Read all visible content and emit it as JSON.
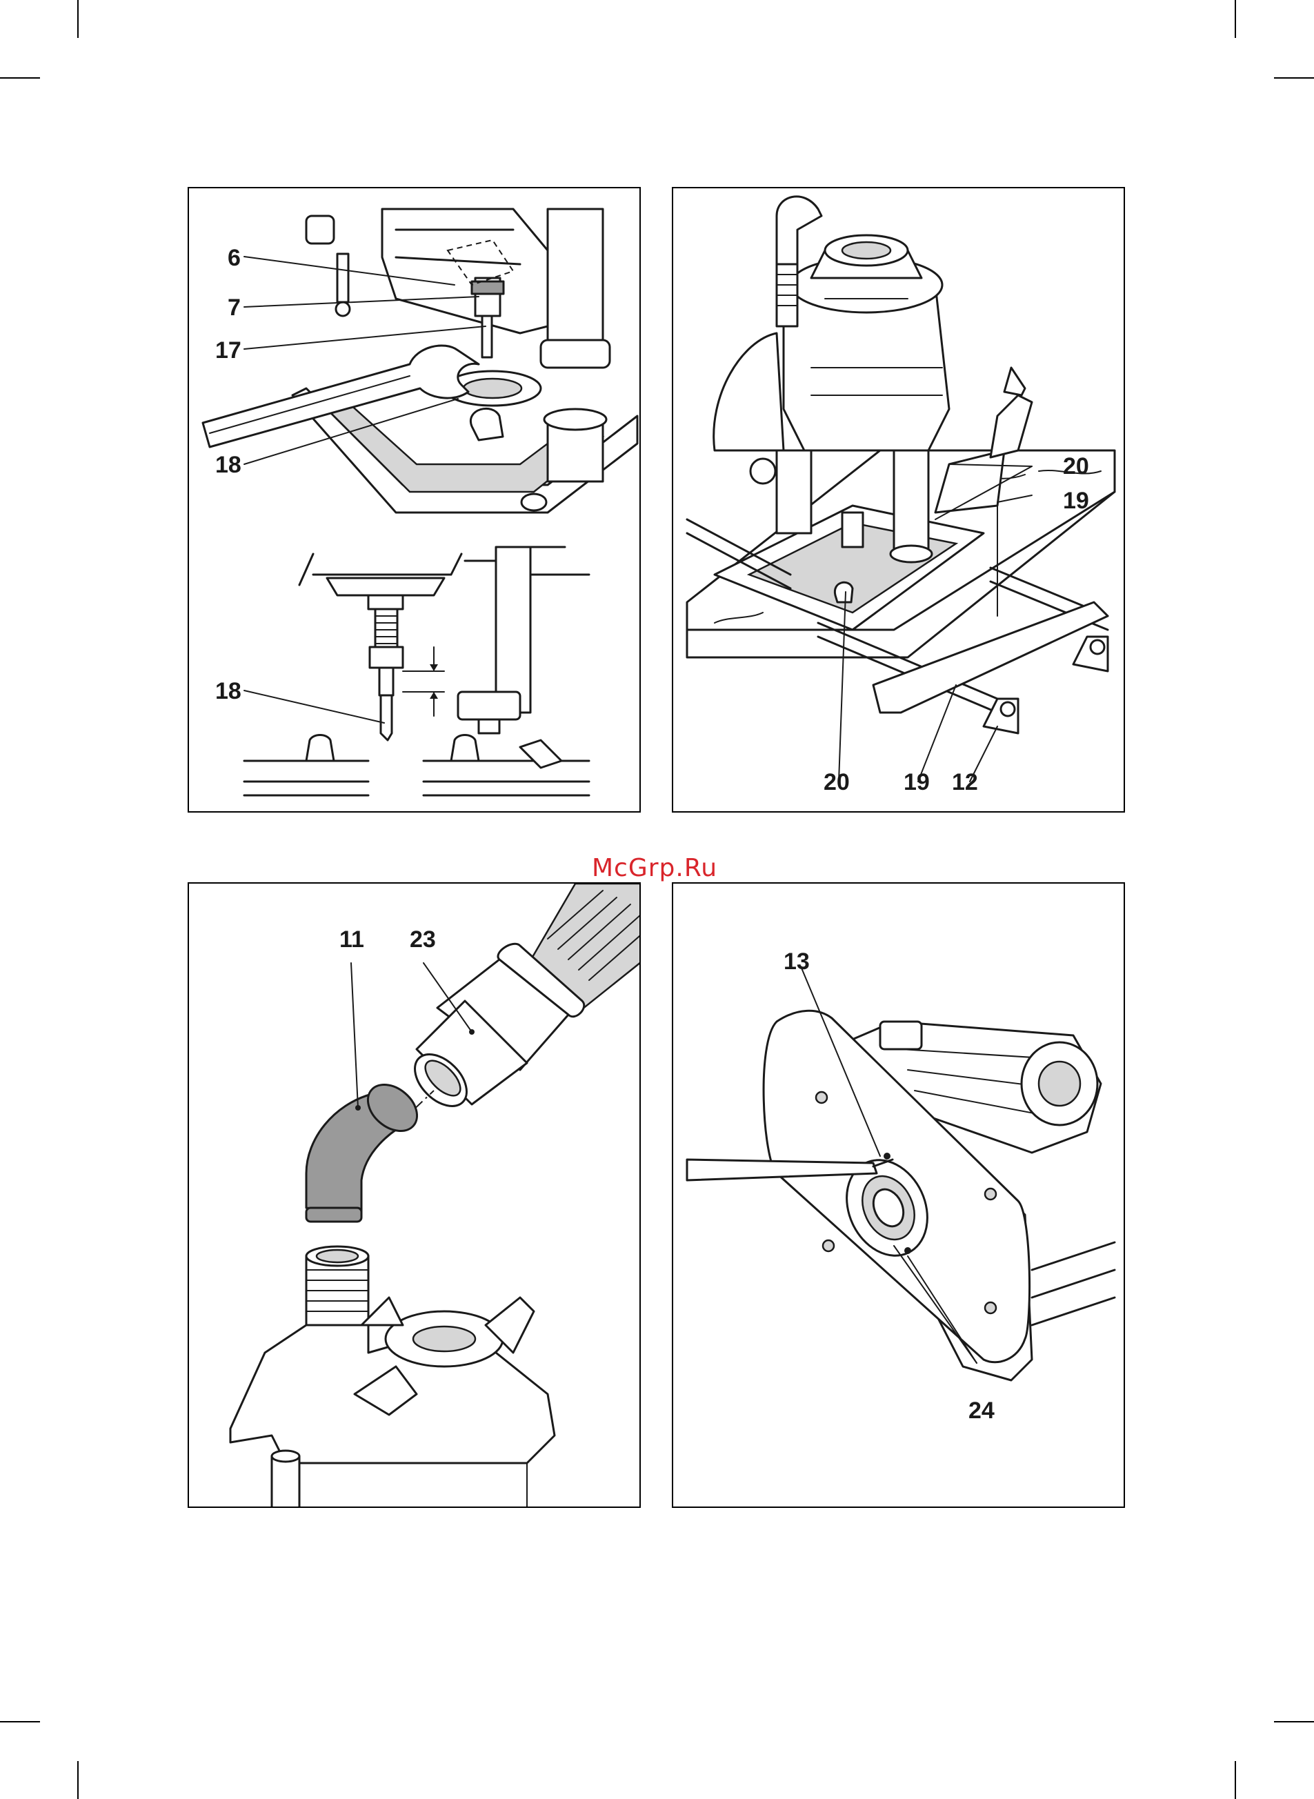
{
  "watermark": "McGrp.Ru",
  "figures": [
    {
      "id": "panel-1",
      "labels": [
        "6",
        "7",
        "17",
        "18",
        "18"
      ]
    },
    {
      "id": "panel-2",
      "labels": [
        "20",
        "19",
        "20",
        "19",
        "12"
      ]
    },
    {
      "id": "panel-3",
      "labels": [
        "11",
        "23"
      ]
    },
    {
      "id": "panel-4",
      "labels": [
        "13",
        "24"
      ]
    }
  ],
  "colors": {
    "line": "#1a1a1a",
    "part_fill": "#9a9a9a",
    "watermark": "#d9252b"
  }
}
